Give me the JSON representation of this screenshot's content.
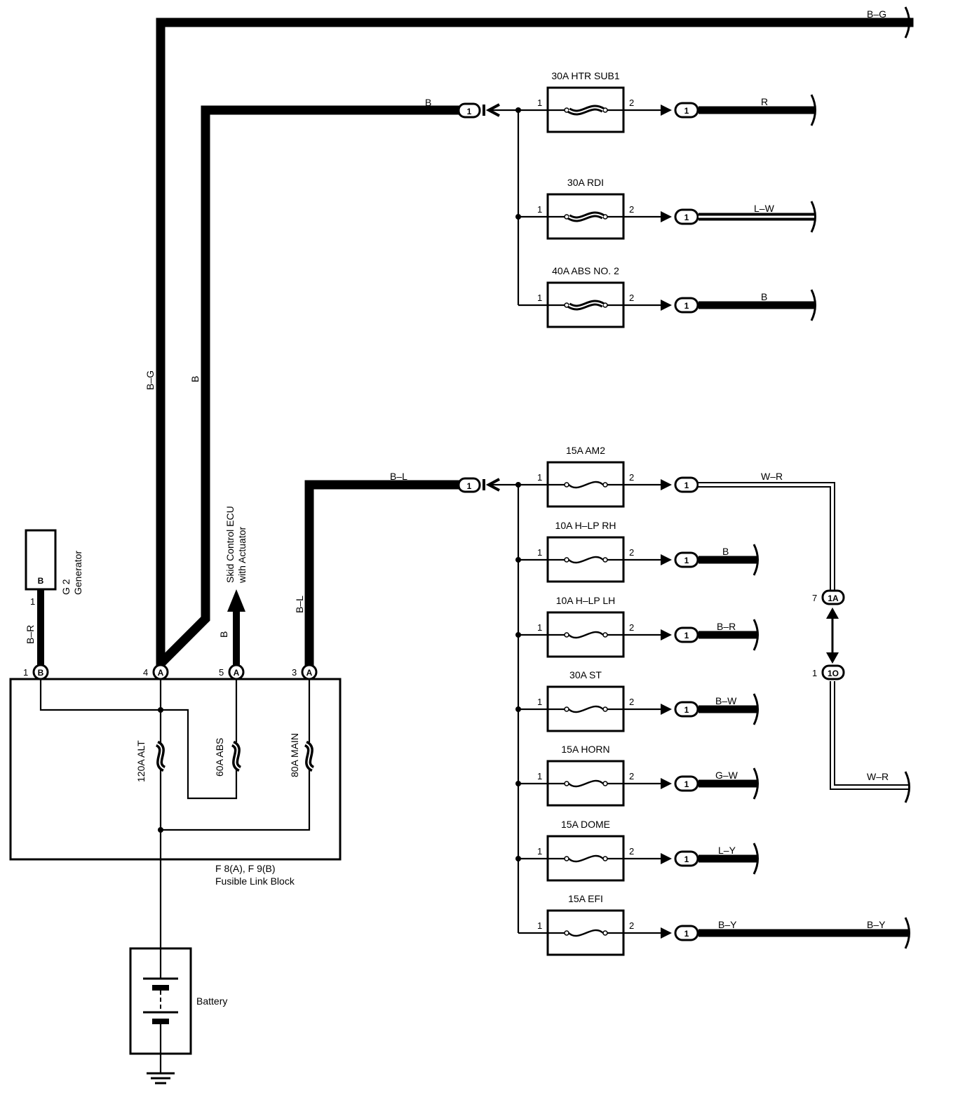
{
  "wires": {
    "top_bg": "B–G",
    "b_main": "B",
    "b_g_vertical": "B–G",
    "b_vertical": "B",
    "b_l_horizontal": "B–L",
    "b_l_vertical": "B–L",
    "b_abs": "B",
    "b_r_gen": "B–R",
    "w_r_right": "W–R"
  },
  "fuses_top": [
    {
      "name": "30A HTR SUB1",
      "pin1": "1",
      "pin2": "2",
      "conn": "1",
      "wire": "R"
    },
    {
      "name": "30A RDI",
      "pin1": "1",
      "pin2": "2",
      "conn": "1",
      "wire": "L–W"
    },
    {
      "name": "40A ABS NO. 2",
      "pin1": "1",
      "pin2": "2",
      "conn": "1",
      "wire": "B"
    }
  ],
  "fuses_bottom": [
    {
      "name": "15A AM2",
      "pin1": "1",
      "pin2": "2",
      "conn": "1",
      "wire": "W–R"
    },
    {
      "name": "10A H–LP RH",
      "pin1": "1",
      "pin2": "2",
      "conn": "1",
      "wire": "B"
    },
    {
      "name": "10A H–LP LH",
      "pin1": "1",
      "pin2": "2",
      "conn": "1",
      "wire": "B–R"
    },
    {
      "name": "30A ST",
      "pin1": "1",
      "pin2": "2",
      "conn": "1",
      "wire": "B–W"
    },
    {
      "name": "15A HORN",
      "pin1": "1",
      "pin2": "2",
      "conn": "1",
      "wire": "G–W"
    },
    {
      "name": "15A DOME",
      "pin1": "1",
      "pin2": "2",
      "conn": "1",
      "wire": "L–Y"
    },
    {
      "name": "15A EFI",
      "pin1": "1",
      "pin2": "2",
      "conn": "1",
      "wire": "B–Y",
      "wire_end": "B–Y"
    }
  ],
  "input_connectors": {
    "b_side": "1",
    "bl_side": "1"
  },
  "right_connectors": {
    "upper_pin": "7",
    "upper_label": "1A",
    "lower_pin": "1",
    "lower_label": "1O"
  },
  "fusible_link_block": {
    "caption_line1": "F 8(A), F 9(B)",
    "caption_line2": "Fusible Link Block",
    "pins": [
      {
        "num": "1",
        "letter": "B"
      },
      {
        "num": "4",
        "letter": "A"
      },
      {
        "num": "5",
        "letter": "A"
      },
      {
        "num": "3",
        "letter": "A"
      }
    ],
    "links": [
      "120A ALT",
      "60A ABS",
      "80A MAIN"
    ]
  },
  "generator": {
    "pin_letter": "B",
    "pin_num": "1",
    "name_line1": "G 2",
    "name_line2": "Generator"
  },
  "skid_control": {
    "line1": "Skid Control ECU",
    "line2": "with Actuator"
  },
  "battery": {
    "label": "Battery"
  }
}
